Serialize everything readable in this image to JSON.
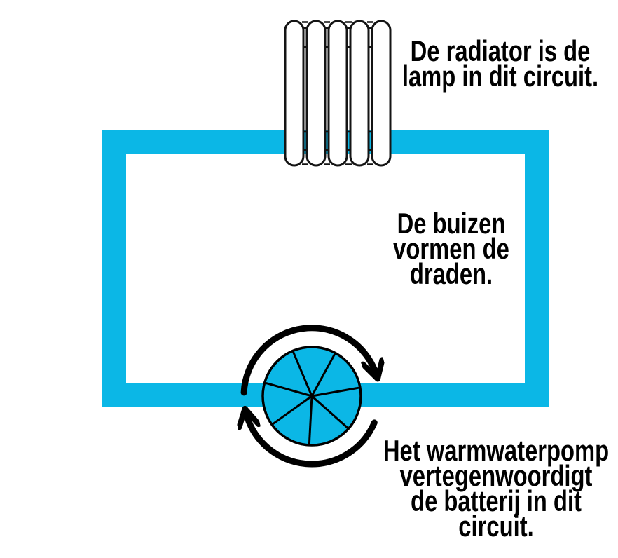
{
  "colors": {
    "pipe": "#0bb7e6",
    "ink": "#000000",
    "outline": "#141414",
    "paper": "#ffffff"
  },
  "diagram": {
    "radiator_label": {
      "lines": [
        "De radiator is de",
        "lamp in dit circuit."
      ]
    },
    "pipes_label": {
      "lines": [
        "De buizen",
        "vormen de",
        "draden."
      ]
    },
    "pump_label": {
      "lines": [
        "Het warmwaterpomp",
        "vertegenwoordigt",
        "de batterij in dit",
        "circuit."
      ]
    },
    "icons": {
      "radiator": "radiator-icon",
      "pipe_loop": "pipe-loop",
      "pump": "pump-impeller-icon",
      "rotation": "rotation-arrows-icon"
    }
  }
}
